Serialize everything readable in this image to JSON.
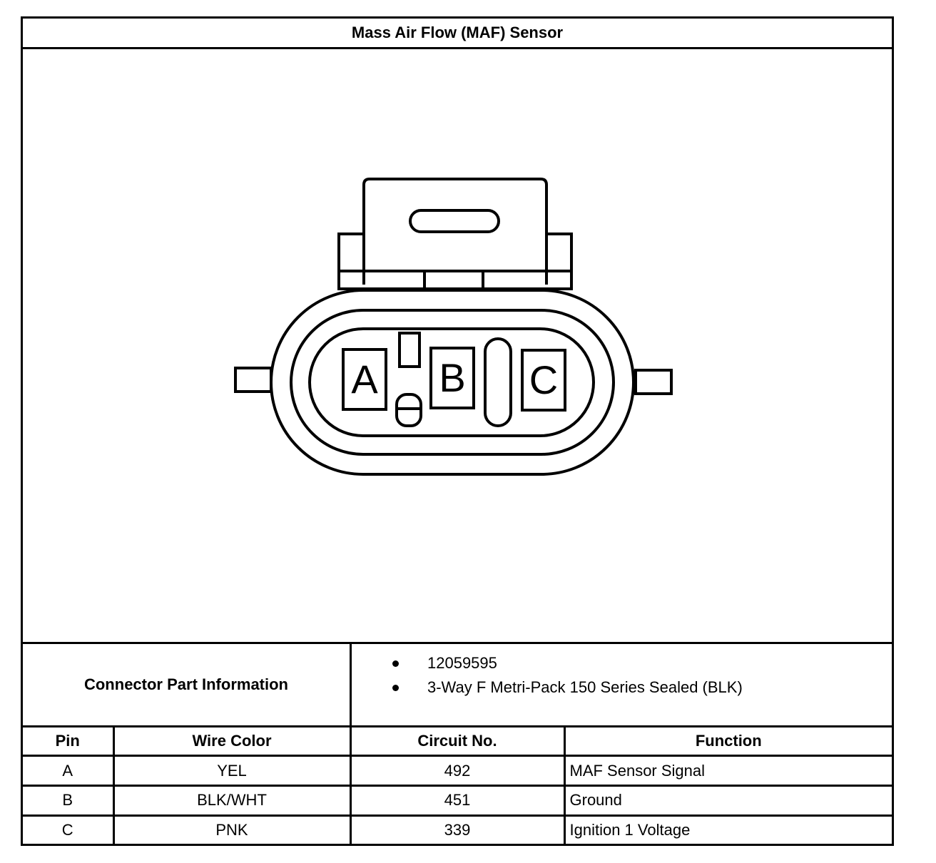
{
  "title": "Mass Air Flow (MAF) Sensor",
  "connector": {
    "pin_labels": [
      "A",
      "B",
      "C"
    ]
  },
  "part_info": {
    "label": "Connector Part Information",
    "items": [
      "12059595",
      "3-Way F Metri-Pack 150 Series Sealed (BLK)"
    ]
  },
  "table": {
    "headers": [
      "Pin",
      "Wire Color",
      "Circuit No.",
      "Function"
    ],
    "rows": [
      {
        "pin": "A",
        "wire_color": "YEL",
        "circuit": "492",
        "function": "MAF Sensor Signal"
      },
      {
        "pin": "B",
        "wire_color": "BLK/WHT",
        "circuit": "451",
        "function": "Ground"
      },
      {
        "pin": "C",
        "wire_color": "PNK",
        "circuit": "339",
        "function": "Ignition 1 Voltage"
      }
    ]
  }
}
